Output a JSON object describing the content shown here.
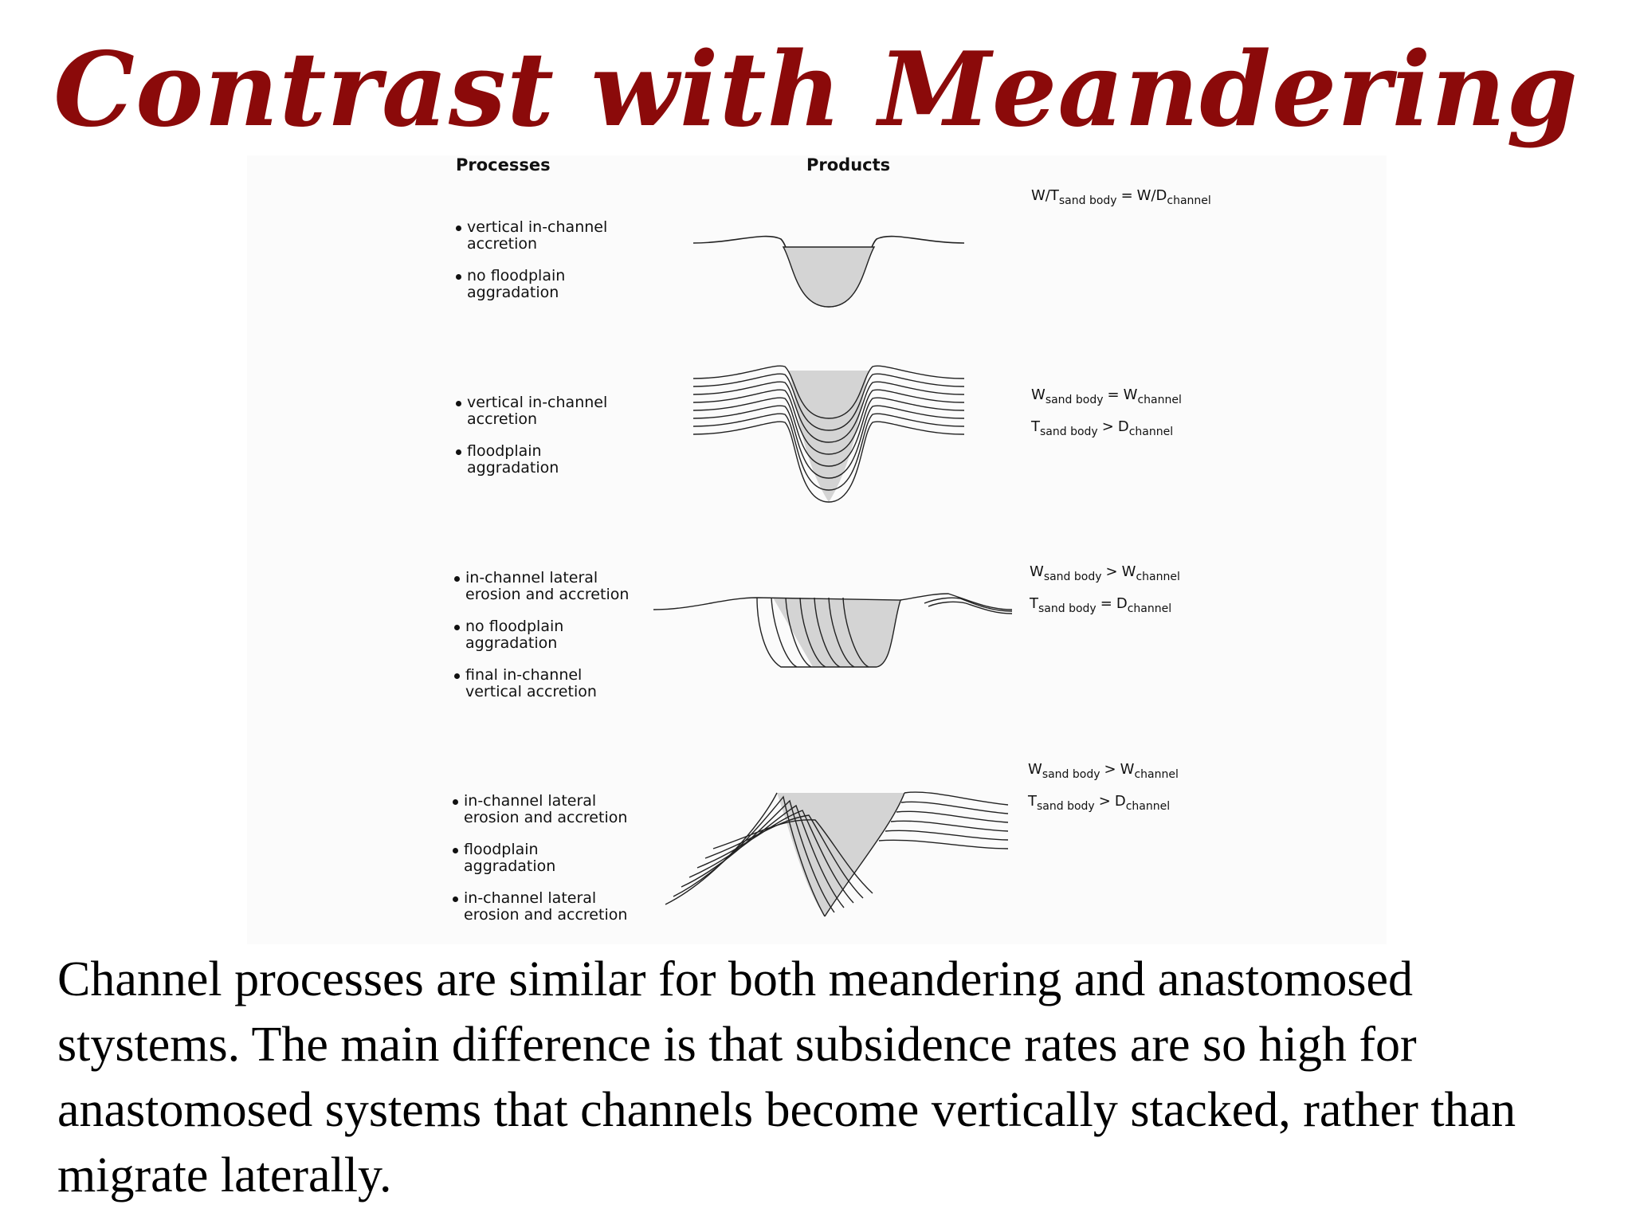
{
  "title": "Contrast with Meandering",
  "figure": {
    "processes_header": "Processes",
    "products_header": "Products",
    "rows": [
      {
        "processes": [
          "vertical in-channel\naccretion",
          "no floodplain\naggradation"
        ],
        "relations": [
          {
            "a": "W/T",
            "a_sub": "sand body",
            "op": "=",
            "b": "W/D",
            "b_sub": "channel"
          }
        ],
        "product_icon": "single-channel-fill-icon"
      },
      {
        "processes": [
          "vertical in-channel\naccretion",
          "floodplain\naggradation"
        ],
        "relations": [
          {
            "a": "W",
            "a_sub": "sand body",
            "op": "=",
            "b": "W",
            "b_sub": "channel"
          },
          {
            "a": "T",
            "a_sub": "sand body",
            "op": ">",
            "b": "D",
            "b_sub": "channel"
          }
        ],
        "product_icon": "vertically-stacked-channel-icon"
      },
      {
        "processes": [
          "in-channel lateral\nerosion and accretion",
          "no floodplain\naggradation",
          "final in-channel\nvertical accretion"
        ],
        "relations": [
          {
            "a": "W",
            "a_sub": "sand body",
            "op": ">",
            "b": "W",
            "b_sub": "channel"
          },
          {
            "a": "T",
            "a_sub": "sand body",
            "op": "=",
            "b": "D",
            "b_sub": "channel"
          }
        ],
        "product_icon": "lateral-accretion-sheet-icon"
      },
      {
        "processes": [
          "in-channel lateral\nerosion and accretion",
          "floodplain\naggradation",
          "in-channel lateral\nerosion and accretion"
        ],
        "relations": [
          {
            "a": "W",
            "a_sub": "sand body",
            "op": ">",
            "b": "W",
            "b_sub": "channel"
          },
          {
            "a": "T",
            "a_sub": "sand body",
            "op": ">",
            "b": "D",
            "b_sub": "channel"
          }
        ],
        "product_icon": "climbing-lateral-accretion-icon"
      }
    ]
  },
  "caption": "Channel processes are similar for both meandering and anastomosed stystems.  The main difference is that subsidence rates are so high for anastomosed systems that channels become vertically stacked, rather than migrate laterally.",
  "colors": {
    "title": "#8b0a0a",
    "sand_fill": "#d4d4d4",
    "line": "#222222"
  }
}
